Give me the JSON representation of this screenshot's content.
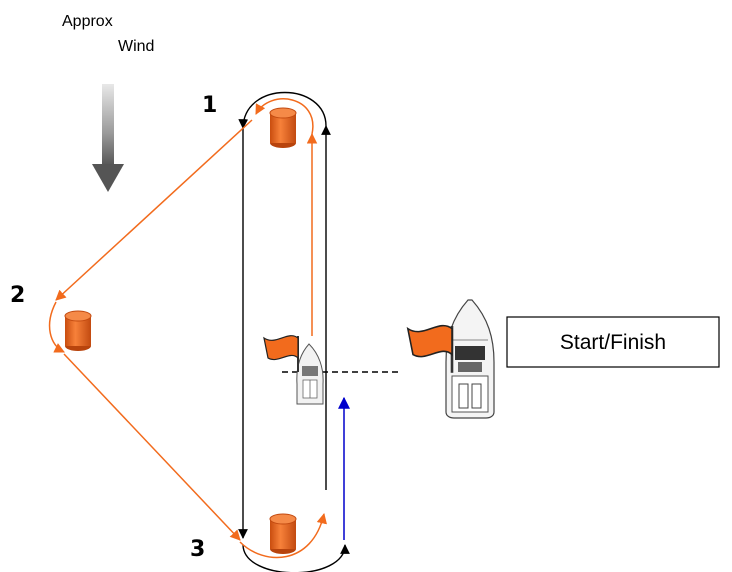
{
  "wind": {
    "line1": "Approx",
    "line2": "Wind"
  },
  "marks": [
    {
      "id": "1",
      "label": "1"
    },
    {
      "id": "2",
      "label": "2"
    },
    {
      "id": "3",
      "label": "3"
    }
  ],
  "start_finish": {
    "label": "Start/Finish"
  },
  "colors": {
    "orange_course": "#F26B1D",
    "black_course": "#000000",
    "blue_course": "#0000CC",
    "buoy": "#F26B1D",
    "wind_arrow": "#555555",
    "flag": "#F26B1D"
  },
  "icons": [
    "buoy-icon",
    "flag-icon",
    "boat-icon",
    "wind-arrow-icon"
  ]
}
